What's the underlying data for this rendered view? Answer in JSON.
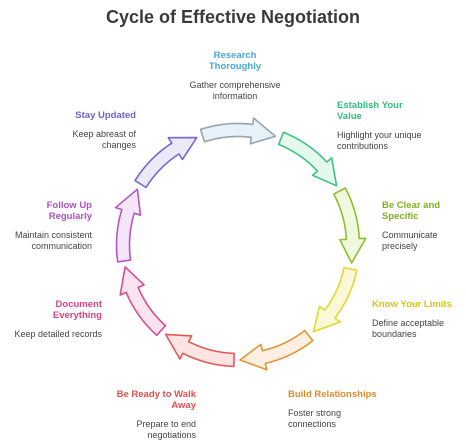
{
  "title": "Cycle of Effective Negotiation",
  "steps": [
    {
      "title": "Research\nThoroughly",
      "desc": "Gather comprehensive\ninformation",
      "color": "#4aa8d6",
      "fill": "#e6f2fa",
      "stroke": "#9aa4ab"
    },
    {
      "title": "Establish Your\nValue",
      "desc": "Highlight your unique\ncontributions",
      "color": "#2fbf7a",
      "fill": "#e4f8ee",
      "stroke": "#3fc486"
    },
    {
      "title": "Be Clear and\nSpecific",
      "desc": "Communicate\nprecisely",
      "color": "#7fb21f",
      "fill": "#f0f8e0",
      "stroke": "#8cc02a"
    },
    {
      "title": "Know Your Limits",
      "desc": "Define acceptable\nboundaries",
      "color": "#d9c21a",
      "fill": "#fbf8d8",
      "stroke": "#e6d530"
    },
    {
      "title": "Build Relationships",
      "desc": "Foster strong\nconnections",
      "color": "#e08a2a",
      "fill": "#fdf0e2",
      "stroke": "#e39434"
    },
    {
      "title": "Be Ready to Walk\nAway",
      "desc": "Prepare to end\nnegotiations",
      "color": "#e0504f",
      "fill": "#fde4e3",
      "stroke": "#e05858"
    },
    {
      "title": "Document\nEverything",
      "desc": "Keep detailed records",
      "color": "#d4438a",
      "fill": "#fbe3ef",
      "stroke": "#d84c92"
    },
    {
      "title": "Follow Up\nRegularly",
      "desc": "Maintain consistent\ncommunication",
      "color": "#b04ec4",
      "fill": "#f4e6f8",
      "stroke": "#b456c8"
    },
    {
      "title": "Stay Updated",
      "desc": "Keep abreast of\nchanges",
      "color": "#6e62cf",
      "fill": "#ebe9fa",
      "stroke": "#7268d2"
    }
  ]
}
